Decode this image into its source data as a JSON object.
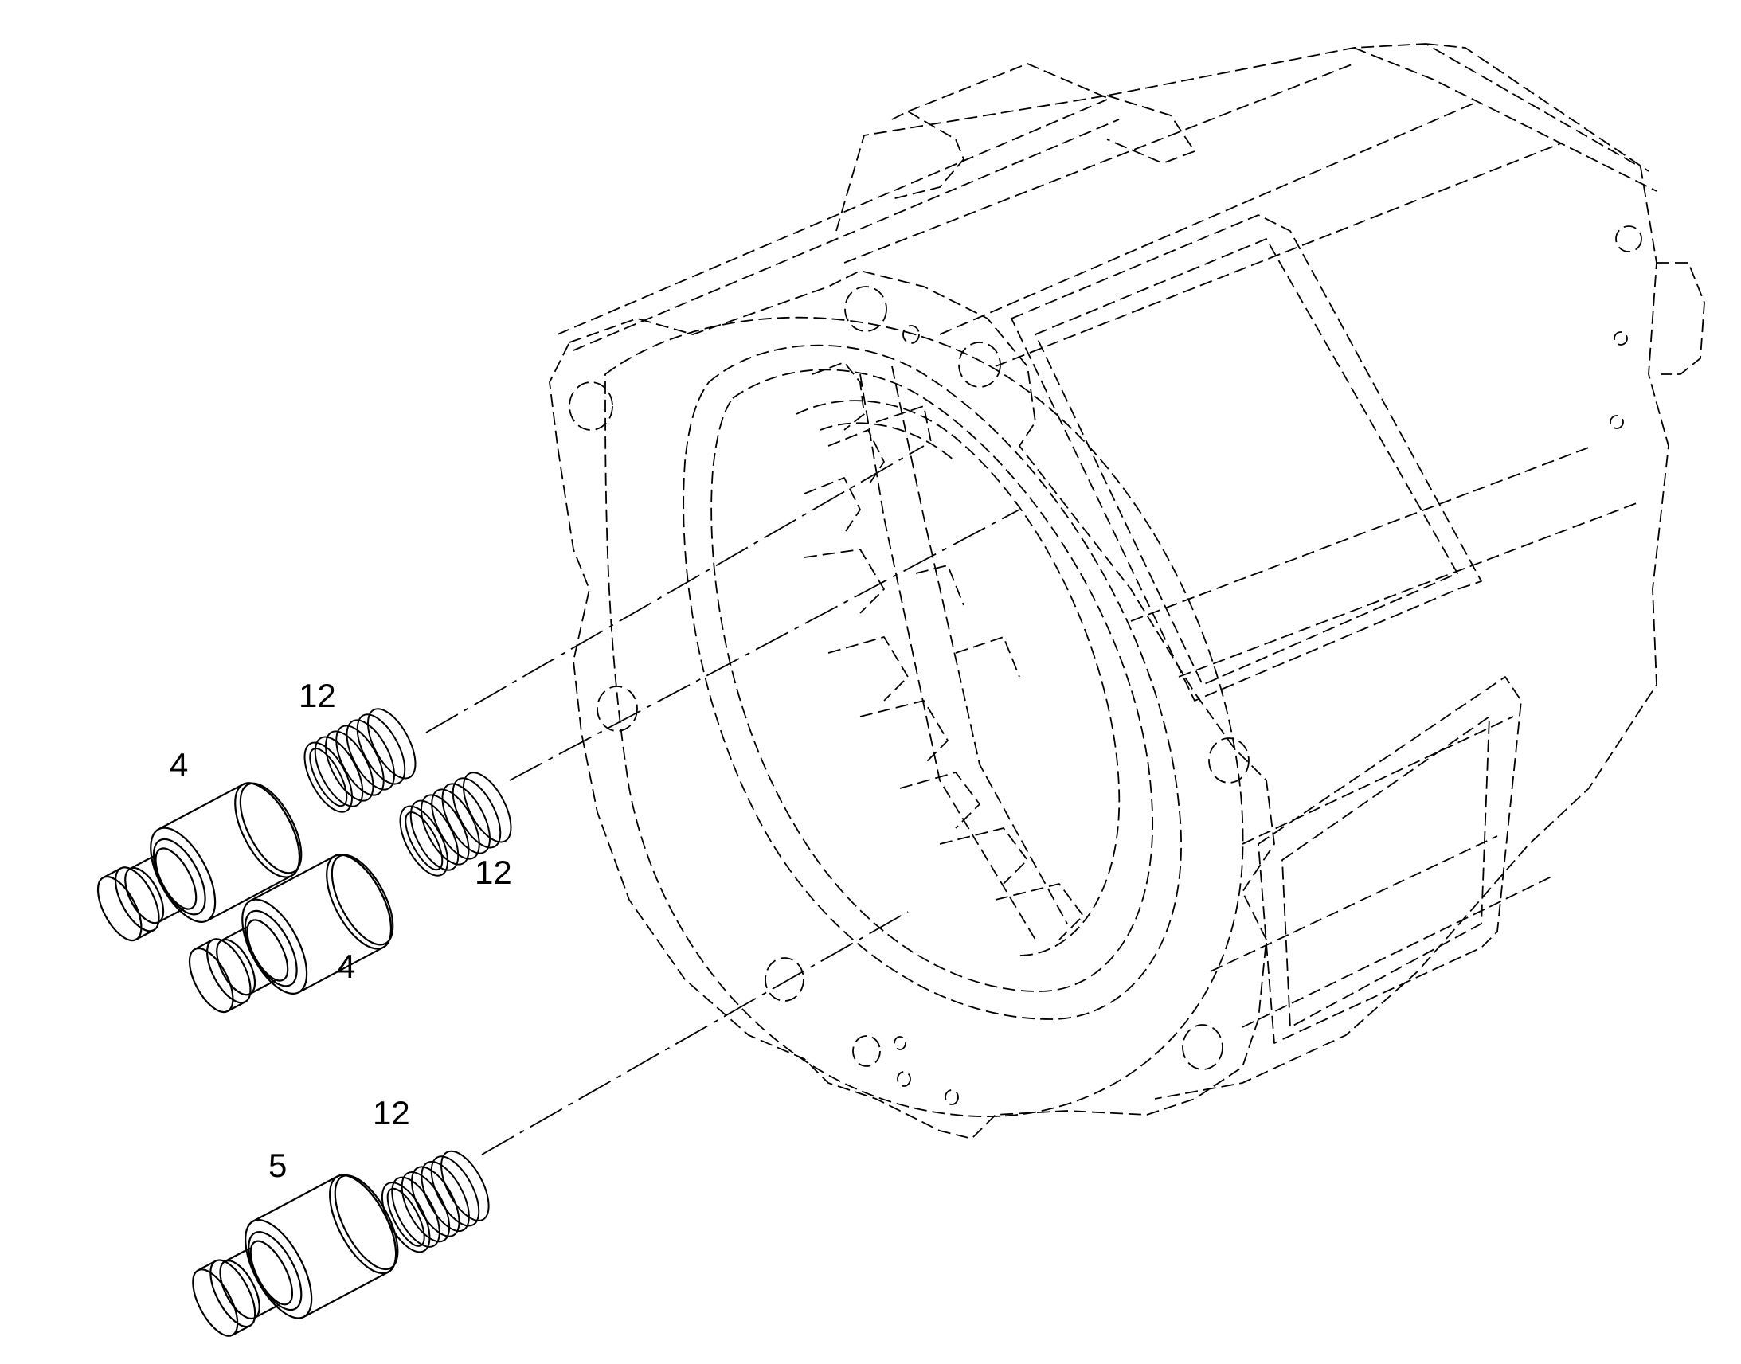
{
  "callouts": {
    "piston_upper_left": "4",
    "piston_upper_right": "4",
    "piston_lower": "5",
    "spring_upper_left": "12",
    "spring_upper_right": "12",
    "spring_lower": "12"
  }
}
